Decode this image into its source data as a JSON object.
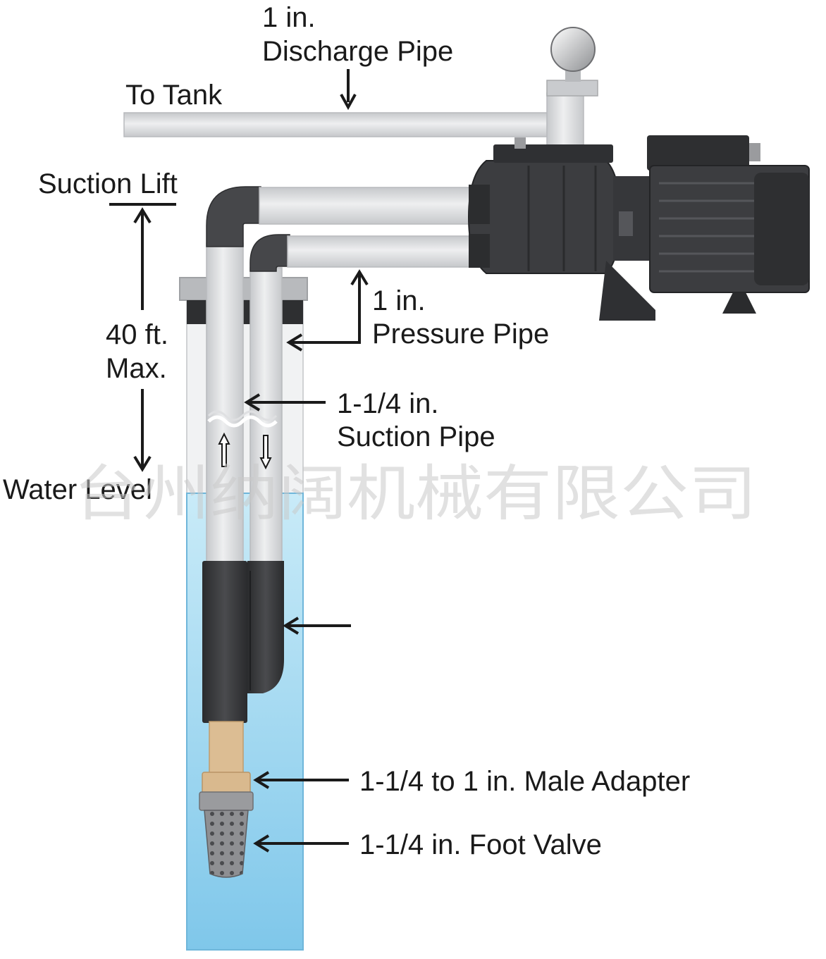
{
  "labels": {
    "discharge_line1": "1 in.",
    "discharge_line2": "Discharge Pipe",
    "to_tank": "To Tank",
    "suction_lift": "Suction Lift",
    "max_line1": "40 ft.",
    "max_line2": "Max.",
    "pressure_line1": "1 in.",
    "pressure_line2": "Pressure Pipe",
    "suction_pipe_line1": "1-1/4 in.",
    "suction_pipe_line2": "Suction Pipe",
    "water_level": "Water Level",
    "male_adapter": "1-1/4 to 1 in. Male Adapter",
    "foot_valve": "1-1/4 in. Foot Valve"
  },
  "watermark": "台州纳阔机械有限公司",
  "colors": {
    "pipe": "#dcdde0",
    "pipe_edge": "#b8babd",
    "pump_body": "#3c3d40",
    "water": "#a9dcf2",
    "adapter": "#d9b98e",
    "arrow": "#1a1a1a"
  }
}
